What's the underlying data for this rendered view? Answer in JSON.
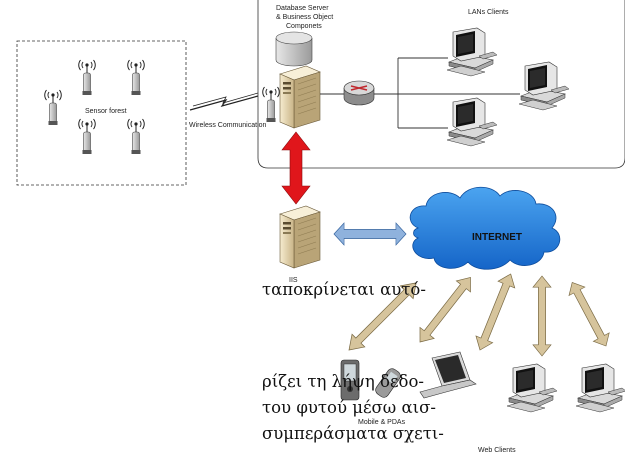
{
  "labels": {
    "sensor_forest": "Sensor forest",
    "wireless": "Wireless Communication",
    "db_server_l1": "Database Server",
    "db_server_l2": "& Business Object",
    "db_server_l3": "Componets",
    "lan_clients": "LANs Clients",
    "iis": "IIS",
    "internet": "INTERNET",
    "mobile": "Mobile & PDAs",
    "web_clients": "Web Clients"
  },
  "document_lines": [
    "ταποκρίνεται αυτό-",
    "ρίζει τη λήψη  δεδο-",
    "του φυτού μέσω αισ-",
    "συμπεράσματα σχετι-"
  ],
  "colors": {
    "red_arrow": "#e0161b",
    "blue_arrow": "#8fb2dd",
    "tan_arrow": "#d6c49c",
    "cloud": "#1f7fd6"
  },
  "icons": [
    "antenna-icon",
    "server-icon",
    "router-icon",
    "desktop-pc-icon",
    "cloud-icon",
    "pda-icon",
    "mobile-phone-icon",
    "laptop-icon",
    "database-icon"
  ]
}
